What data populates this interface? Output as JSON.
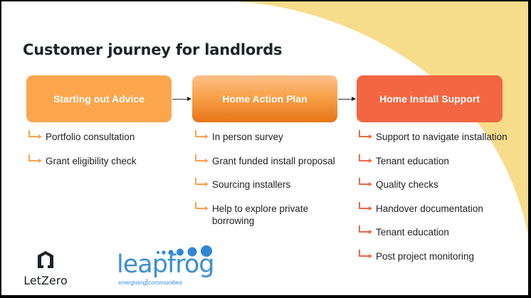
{
  "title": "Customer journey for landlords",
  "colors": {
    "stage1": "#fba64d",
    "stage2_top": "#fcc08a",
    "stage2_bottom": "#e67516",
    "stage3": "#f26641",
    "wave": "#f7dc8b",
    "arrow_orange": "#f9a24a",
    "arrow_red": "#f26641"
  },
  "stages": [
    {
      "label": "Starting out Advice",
      "items": [
        "Portfolio consultation",
        "Grant eligibility check"
      ]
    },
    {
      "label": "Home Action Plan",
      "items": [
        "In person survey",
        "Grant funded install proposal",
        "Sourcing installers",
        "Help to explore private borrowing"
      ]
    },
    {
      "label": "Home Install Support",
      "items": [
        "Support to navigate installation",
        "Tenant education",
        "Quality checks",
        "Handover documentation",
        "Tenant education",
        "Post project monitoring"
      ]
    }
  ],
  "logos": {
    "letzero": {
      "text": "LetZero",
      "icon": "house-outline-icon"
    },
    "leapfrog": {
      "text": "leapfrog",
      "tagline_left": "energising",
      "tagline_right": "communities",
      "icon": "dots-icon"
    }
  }
}
